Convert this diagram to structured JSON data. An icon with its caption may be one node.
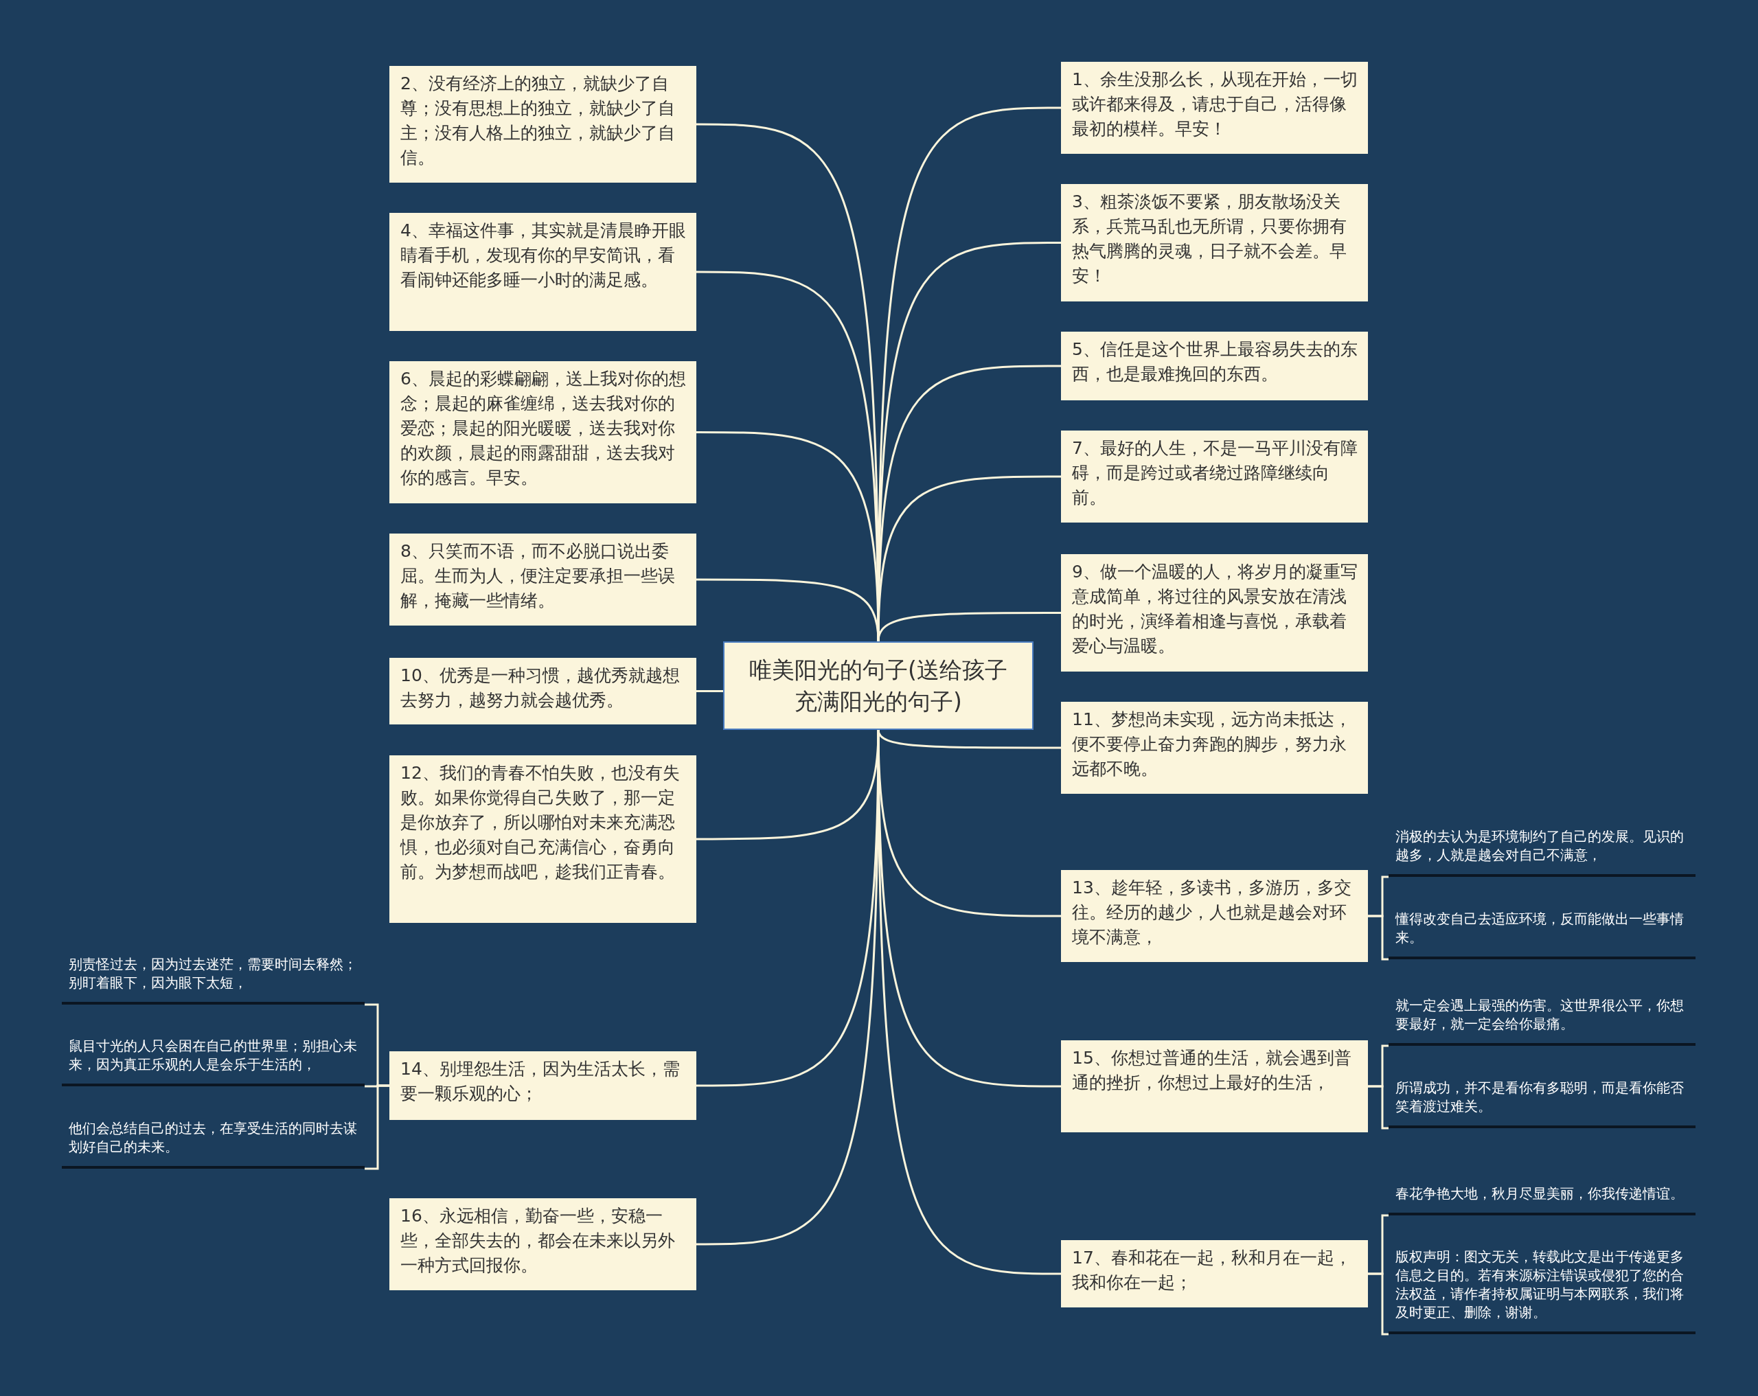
{
  "diagram": {
    "nodes": [
      {
        "text": [
          "唯美阳光的句子(送给孩子充满阳光的句子)"
        ]
      },
      {
        "text": [
          "1、余生没那么长，从现在开始，一切或许都来得及，请忠于自己，活得像最初的模样。早安！"
        ]
      },
      {
        "text": [
          "2、没有经济上的独立，就缺少了自尊；没有思想上的独立，就缺少了自主；没有人格上的独立，就缺少了自信。"
        ]
      },
      {
        "text": [
          "3、粗茶淡饭不要紧，朋友散场没关系，兵荒马乱也无所谓，只要你拥有热气腾腾的灵魂，日子就不会差。早安！"
        ]
      },
      {
        "text": [
          "4、幸福这件事，其实就是清晨睁开眼睛看手机，发现有你的早安简讯，看看闹钟还能多睡一小时的满足感。"
        ]
      },
      {
        "text": [
          "5、信任是这个世界上最容易失去的东西，也是最难挽回的东西。"
        ]
      },
      {
        "text": [
          "6、晨起的彩蝶翩翩，送上我对你的想念；晨起的麻雀缠绵，送去我对你的爱恋；晨起的阳光暖暖，送去我对你的欢颜，晨起的雨露甜甜，送去我对你的感言。早安。"
        ]
      },
      {
        "text": [
          "7、最好的人生，不是一马平川没有障碍，而是跨过或者绕过路障继续向前。"
        ]
      },
      {
        "text": [
          "8、只笑而不语，而不必脱口说出委屈。生而为人，便注定要承担一些误解，掩藏一些情绪。"
        ]
      },
      {
        "text": [
          "9、做一个温暖的人，将岁月的凝重写意成简单，将过往的风景安放在清浅的时光，演绎着相逢与喜悦，承载着爱心与温暖。"
        ]
      },
      {
        "text": [
          "10、优秀是一种习惯，越优秀就越想去努力，越努力就会越优秀。"
        ]
      },
      {
        "text": [
          "11、梦想尚未实现，远方尚未抵达，便不要停止奋力奔跑的脚步，努力永远都不晚。"
        ]
      },
      {
        "text": [
          "12、我们的青春不怕失败，也没有失败。如果你觉得自己失败了，那一定是你放弃了，所以哪怕对未来充满恐惧，也必须对自己充满信心，奋勇向前。为梦想而战吧，趁我们正青春。"
        ]
      },
      {
        "text": [
          "13、趁年轻，多读书，多游历，多交往。经历的越少，人也就是越会对环境不满意，"
        ]
      },
      {
        "text": [
          "消极的去认为是环境制约了自己的发展。见识的越多，人就是越会对自己不满意，"
        ]
      },
      {
        "text": [
          "懂得改变自己去适应环境，反而能做出一些事情来。"
        ]
      },
      {
        "text": [
          "14、别埋怨生活，因为生活太长，需要一颗乐观的心；"
        ]
      },
      {
        "text": [
          "别责怪过去，因为过去迷茫，需要时间去释然；别盯着眼下，因为眼下太短，"
        ]
      },
      {
        "text": [
          "鼠目寸光的人只会困在自己的世界里；别担心未来，因为真正乐观的人是会乐于生活的，"
        ]
      },
      {
        "text": [
          "他们会总结自己的过去，在享受生活的同时去谋划好自己的未来。"
        ]
      },
      {
        "text": [
          "15、你想过普通的生活，就会遇到普通的挫折，你想过上最好的生活，"
        ]
      },
      {
        "text": [
          "就一定会遇上最强的伤害。这世界很公平，你想要最好，就一定会给你最痛。"
        ]
      },
      {
        "text": [
          "所谓成功，并不是看你有多聪明，而是看你能否笑着渡过难关。"
        ]
      },
      {
        "text": [
          "16、永远相信，勤奋一些，安稳一些，全部失去的，都会在未来以另外一种方式回报你。"
        ]
      },
      {
        "text": [
          "17、春和花在一起，秋和月在一起，我和你在一起；"
        ]
      },
      {
        "text": [
          "春花争艳大地，秋月尽显美丽，你我传递情谊。"
        ]
      },
      {
        "text": [
          "版权声明：图文无关，转载此文是出于传递更多信息之目的。若有来源标注错误或侵犯了您的合法权益，请作者持权属证明与本网联系，我们将及时更正、删除，谢谢。"
        ]
      }
    ],
    "edges": [
      {
        "from": 0,
        "to": 1,
        "arrow": "none"
      },
      {
        "from": 0,
        "to": 2,
        "arrow": "none"
      },
      {
        "from": 0,
        "to": 3,
        "arrow": "none"
      },
      {
        "from": 0,
        "to": 4,
        "arrow": "none"
      },
      {
        "from": 0,
        "to": 5,
        "arrow": "none"
      },
      {
        "from": 0,
        "to": 6,
        "arrow": "none"
      },
      {
        "from": 0,
        "to": 7,
        "arrow": "none"
      },
      {
        "from": 0,
        "to": 8,
        "arrow": "none"
      },
      {
        "from": 0,
        "to": 9,
        "arrow": "none"
      },
      {
        "from": 0,
        "to": 10,
        "arrow": "none"
      },
      {
        "from": 0,
        "to": 11,
        "arrow": "none"
      },
      {
        "from": 0,
        "to": 12,
        "arrow": "none"
      },
      {
        "from": 0,
        "to": 13,
        "arrow": "none"
      },
      {
        "from": 13,
        "to": 14,
        "arrow": "none"
      },
      {
        "from": 13,
        "to": 15,
        "arrow": "none"
      },
      {
        "from": 0,
        "to": 16,
        "arrow": "none"
      },
      {
        "from": 16,
        "to": 17,
        "arrow": "none"
      },
      {
        "from": 16,
        "to": 18,
        "arrow": "none"
      },
      {
        "from": 16,
        "to": 19,
        "arrow": "none"
      },
      {
        "from": 0,
        "to": 20,
        "arrow": "none"
      },
      {
        "from": 20,
        "to": 21,
        "arrow": "none"
      },
      {
        "from": 20,
        "to": 22,
        "arrow": "none"
      },
      {
        "from": 0,
        "to": 23,
        "arrow": "none"
      },
      {
        "from": 0,
        "to": 24,
        "arrow": "none"
      },
      {
        "from": 24,
        "to": 25,
        "arrow": "none"
      },
      {
        "from": 24,
        "to": 26,
        "arrow": "none"
      }
    ]
  }
}
